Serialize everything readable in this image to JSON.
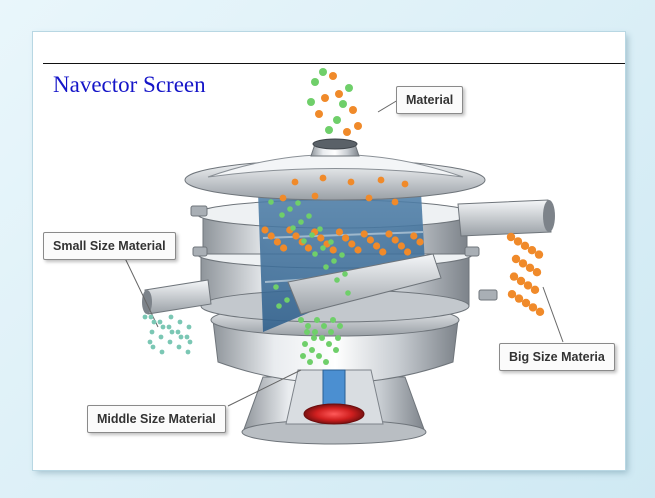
{
  "title": "Navector Screen",
  "labels": {
    "material": "Material",
    "small": "Small Size Material",
    "big": "Big Size Materia",
    "middle": "Middle Size Material"
  },
  "colors": {
    "title": "#1515c8",
    "small_particle": "#7bc7b4",
    "middle_particle": "#6fcf6a",
    "big_particle": "#f08a2a",
    "frame": "#dff1f8"
  }
}
